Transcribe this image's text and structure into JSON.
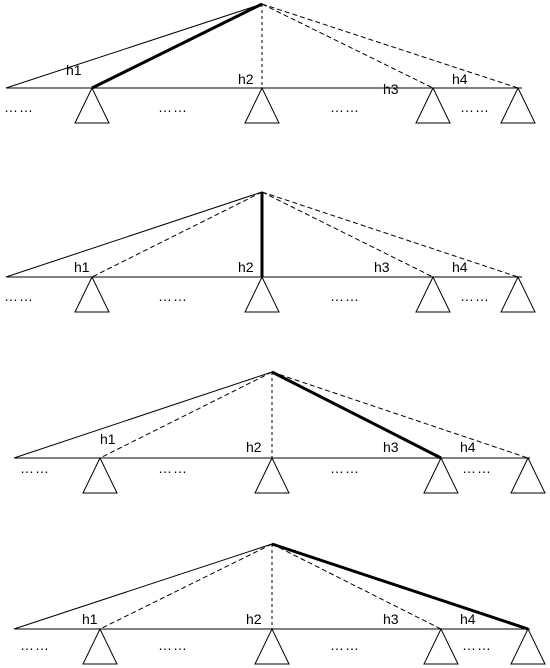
{
  "labels": {
    "h1": "h1",
    "h2": "h2",
    "h3": "h3",
    "h4": "h4",
    "ellipsis": "……"
  },
  "panels": [
    {
      "highlighted": "h1"
    },
    {
      "highlighted": "h2"
    },
    {
      "highlighted": "h3"
    },
    {
      "highlighted": "h4"
    }
  ],
  "colors": {
    "line": "#000000",
    "background": "#ffffff"
  }
}
